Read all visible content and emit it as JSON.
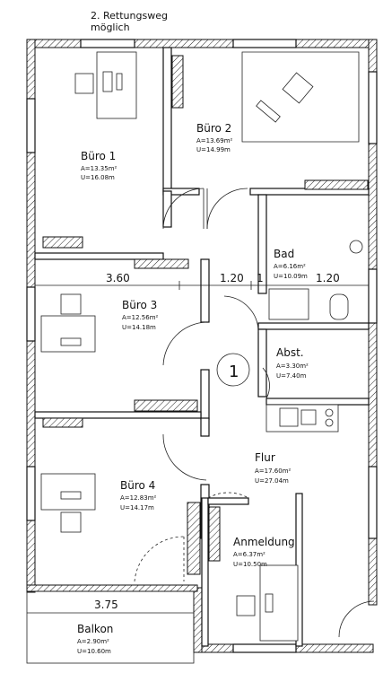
{
  "header": {
    "escape_line1": "2. Rettungsweg",
    "escape_line2": "möglich"
  },
  "rooms": [
    {
      "id": "buero1",
      "name": "Büro 1",
      "area": "A=13.35m²",
      "perimeter": "U=16.08m"
    },
    {
      "id": "buero2",
      "name": "Büro 2",
      "area": "A=13.69m²",
      "perimeter": "U=14.99m"
    },
    {
      "id": "bad",
      "name": "Bad",
      "area": "A=6.16m²",
      "perimeter": "U=10.09m"
    },
    {
      "id": "buero3",
      "name": "Büro 3",
      "area": "A=12.56m²",
      "perimeter": "U=14.18m"
    },
    {
      "id": "abst",
      "name": "Abst.",
      "area": "A=3.30m²",
      "perimeter": "U=7.40m"
    },
    {
      "id": "flur",
      "name": "Flur",
      "area": "A=17.60m²",
      "perimeter": "U=27.04m"
    },
    {
      "id": "buero4",
      "name": "Büro 4",
      "area": "A=12.83m²",
      "perimeter": "U=14.17m"
    },
    {
      "id": "anmeldung",
      "name": "Anmeldung",
      "area": "A=6.37m²",
      "perimeter": "U=10.50m"
    },
    {
      "id": "balkon",
      "name": "Balkon",
      "area": "A=2.90m²",
      "perimeter": "U=10.60m"
    }
  ],
  "dimensions": {
    "d1": "3.60",
    "d2": "1.20",
    "d3": "1",
    "d4": "1.20",
    "d5": "3.75"
  },
  "markers": {
    "entrance_number": "1"
  }
}
